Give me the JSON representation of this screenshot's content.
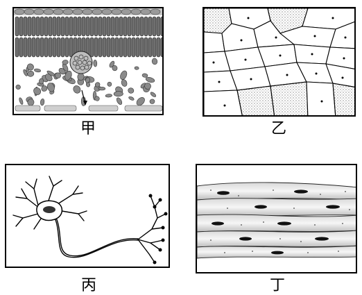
{
  "panels": [
    {
      "id": "jia",
      "label": "甲",
      "subject": "leaf-cross-section"
    },
    {
      "id": "yi",
      "label": "乙",
      "subject": "epidermal-cells"
    },
    {
      "id": "bing",
      "label": "丙",
      "subject": "neuron"
    },
    {
      "id": "ding",
      "label": "丁",
      "subject": "smooth-muscle-cells"
    }
  ]
}
